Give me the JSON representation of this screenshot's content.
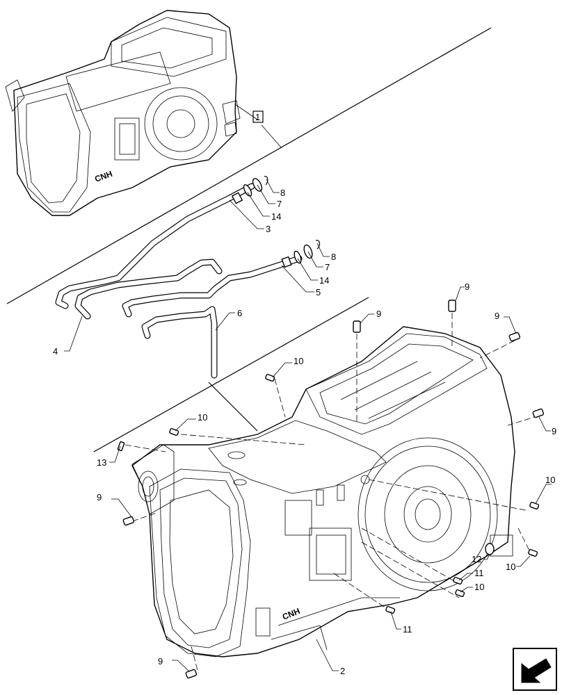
{
  "callouts": {
    "ref_1": "1",
    "upper_8": "8",
    "upper_7": "7",
    "upper_14": "14",
    "upper_3": "3",
    "lower_8": "8",
    "lower_7": "7",
    "lower_14": "14",
    "lower_5": "5",
    "pipe_4": "4",
    "pipe_6": "6",
    "dowel_9_top": "9",
    "dowel_9_top_right": "9",
    "dowel_9_far_right": "9",
    "dowel_9_side_right": "9",
    "dowel_9_left": "9",
    "dowel_9_bottom_left": "9",
    "stud_10_top": "10",
    "stud_10_mid": "10",
    "stud_10_right_a": "10",
    "stud_10_right_b": "10",
    "stud_10_right_c": "10",
    "stud_13": "13",
    "plug_12": "12",
    "bolt_11_a": "11",
    "bolt_11_b": "11",
    "housing_2": "2"
  },
  "housing_logo": "CNH",
  "assembly_logo": "CNH",
  "nav_icon": "return-arrow-icon"
}
